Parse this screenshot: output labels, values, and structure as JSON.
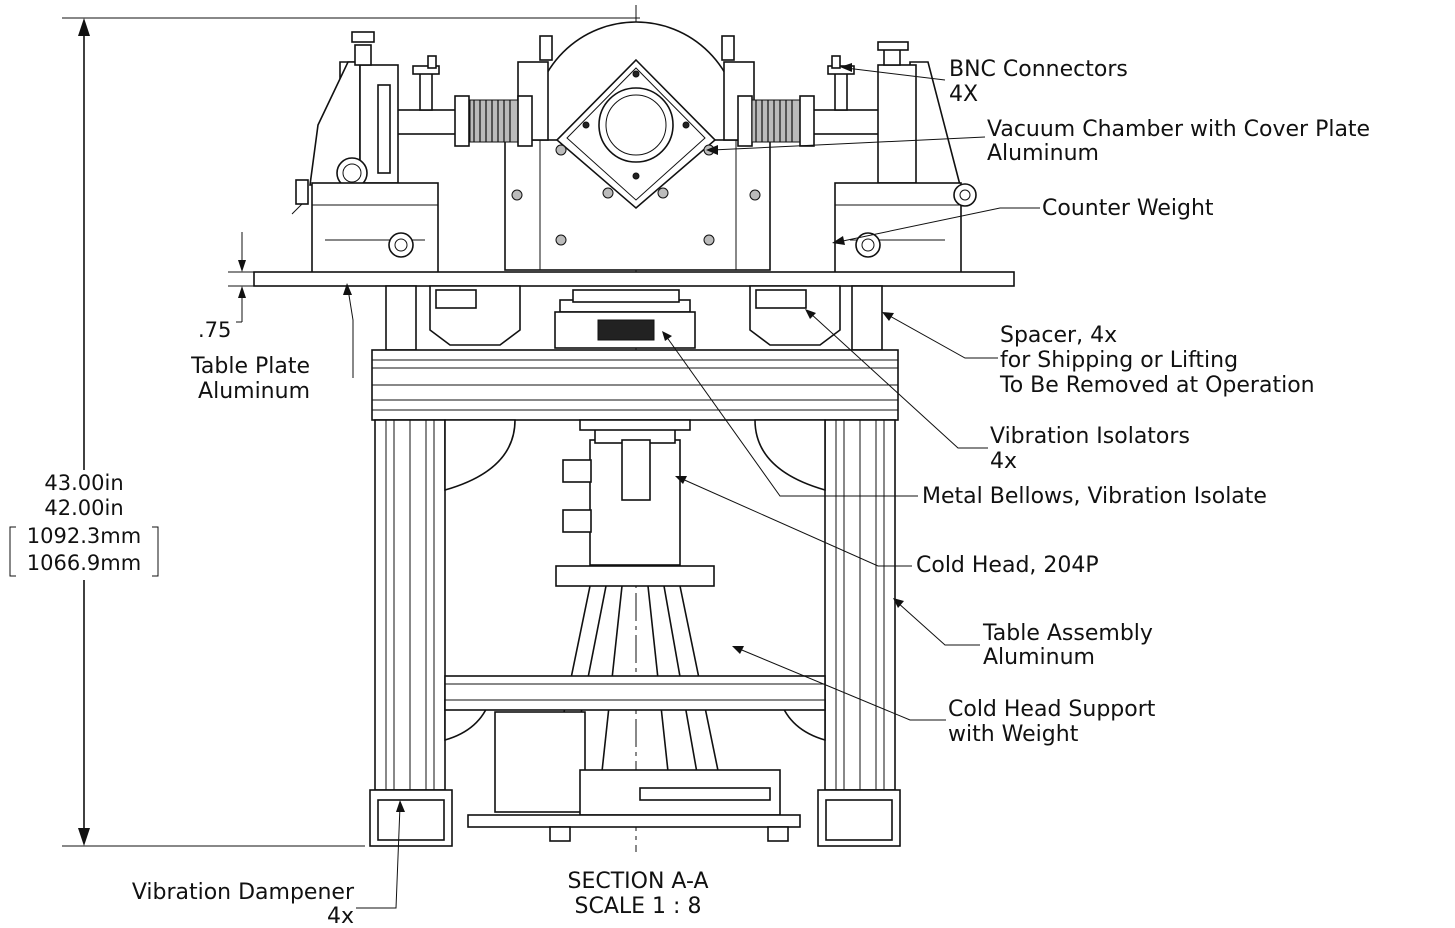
{
  "drawing": {
    "labels": {
      "bnc_line1": "BNC Connectors",
      "bnc_line2": "4X",
      "vacuum_line1": "Vacuum Chamber with Cover Plate",
      "vacuum_line2": "Aluminum",
      "counter_weight": "Counter Weight",
      "spacer_line1": "Spacer, 4x",
      "spacer_line2": "for Shipping or Lifting",
      "spacer_line3": "To Be Removed at Operation",
      "isolators_line1": "Vibration Isolators",
      "isolators_line2": "4x",
      "bellows": "Metal Bellows, Vibration Isolate",
      "cold_head": "Cold Head, 204P",
      "table_line1": "Table Assembly",
      "table_line2": "Aluminum",
      "support_line1": "Cold Head Support",
      "support_line2": "with Weight",
      "plate_line1": "Table Plate",
      "plate_line2": "Aluminum",
      "dampener_line1": "Vibration Dampener",
      "dampener_line2": "4x"
    },
    "dimensions": {
      "plate_thickness": ".75",
      "height_in_1": "43.00in",
      "height_in_2": "42.00in",
      "height_mm_1": "1092.3mm",
      "height_mm_2": "1066.9mm"
    },
    "section": {
      "title": "SECTION A-A",
      "scale": "SCALE 1 : 8"
    }
  }
}
